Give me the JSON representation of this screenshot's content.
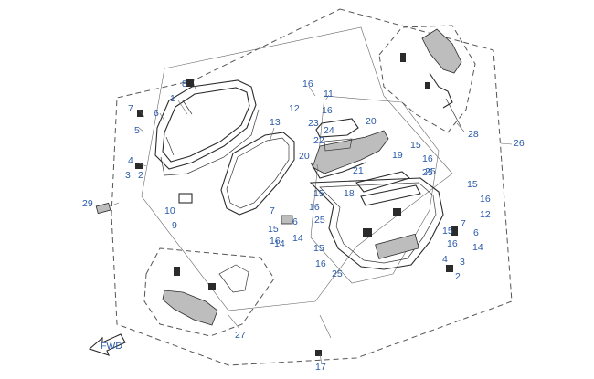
{
  "diagram": {
    "callouts": [
      "1",
      "2",
      "3",
      "4",
      "5",
      "6",
      "7",
      "8",
      "9",
      "10",
      "11",
      "12",
      "13",
      "14",
      "15",
      "16",
      "17",
      "18",
      "19",
      "20",
      "21",
      "22",
      "23",
      "24",
      "25",
      "26",
      "27",
      "28",
      "29"
    ],
    "labels": [
      {
        "id": "l1",
        "text": "1"
      },
      {
        "id": "l2",
        "text": "2"
      },
      {
        "id": "l3",
        "text": "3"
      },
      {
        "id": "l4",
        "text": "4"
      },
      {
        "id": "l5",
        "text": "5"
      },
      {
        "id": "l6",
        "text": "6"
      },
      {
        "id": "l7",
        "text": "7"
      },
      {
        "id": "l8",
        "text": "8"
      },
      {
        "id": "l9",
        "text": "9"
      },
      {
        "id": "l10",
        "text": "10"
      },
      {
        "id": "l11",
        "text": "11"
      },
      {
        "id": "l12a",
        "text": "12"
      },
      {
        "id": "l13",
        "text": "13"
      },
      {
        "id": "l14a",
        "text": "14"
      },
      {
        "id": "l15a",
        "text": "15"
      },
      {
        "id": "l16a",
        "text": "16"
      },
      {
        "id": "l16b",
        "text": "16"
      },
      {
        "id": "l17",
        "text": "17"
      },
      {
        "id": "l18",
        "text": "18"
      },
      {
        "id": "l19",
        "text": "19"
      },
      {
        "id": "l20a",
        "text": "20"
      },
      {
        "id": "l20b",
        "text": "20"
      },
      {
        "id": "l21",
        "text": "21"
      },
      {
        "id": "l22",
        "text": "22"
      },
      {
        "id": "l23",
        "text": "23"
      },
      {
        "id": "l24",
        "text": "24"
      },
      {
        "id": "l25a",
        "text": "25"
      },
      {
        "id": "l25b",
        "text": "25"
      },
      {
        "id": "l26",
        "text": "26"
      },
      {
        "id": "l27",
        "text": "27"
      },
      {
        "id": "l28",
        "text": "28"
      },
      {
        "id": "l29",
        "text": "29"
      },
      {
        "id": "l15b",
        "text": "15"
      },
      {
        "id": "l16c",
        "text": "16"
      },
      {
        "id": "l12b",
        "text": "12"
      },
      {
        "id": "l15c",
        "text": "15"
      },
      {
        "id": "l7b",
        "text": "7"
      },
      {
        "id": "l6b",
        "text": "6"
      },
      {
        "id": "l16d",
        "text": "16"
      },
      {
        "id": "l14b",
        "text": "14"
      },
      {
        "id": "l4b",
        "text": "4"
      },
      {
        "id": "l3b",
        "text": "3"
      },
      {
        "id": "l2b",
        "text": "2"
      },
      {
        "id": "l7c",
        "text": "7"
      },
      {
        "id": "l15d",
        "text": "15"
      },
      {
        "id": "l16e",
        "text": "16"
      },
      {
        "id": "l14c",
        "text": "14"
      },
      {
        "id": "l6c",
        "text": "6"
      },
      {
        "id": "l15e",
        "text": "15"
      },
      {
        "id": "l16f",
        "text": "16"
      },
      {
        "id": "l25c",
        "text": "25"
      },
      {
        "id": "l16g",
        "text": "16"
      },
      {
        "id": "l15f",
        "text": "15"
      },
      {
        "id": "l16h",
        "text": "16"
      },
      {
        "id": "l25d",
        "text": "25"
      }
    ],
    "fwd_text": "FWD"
  }
}
